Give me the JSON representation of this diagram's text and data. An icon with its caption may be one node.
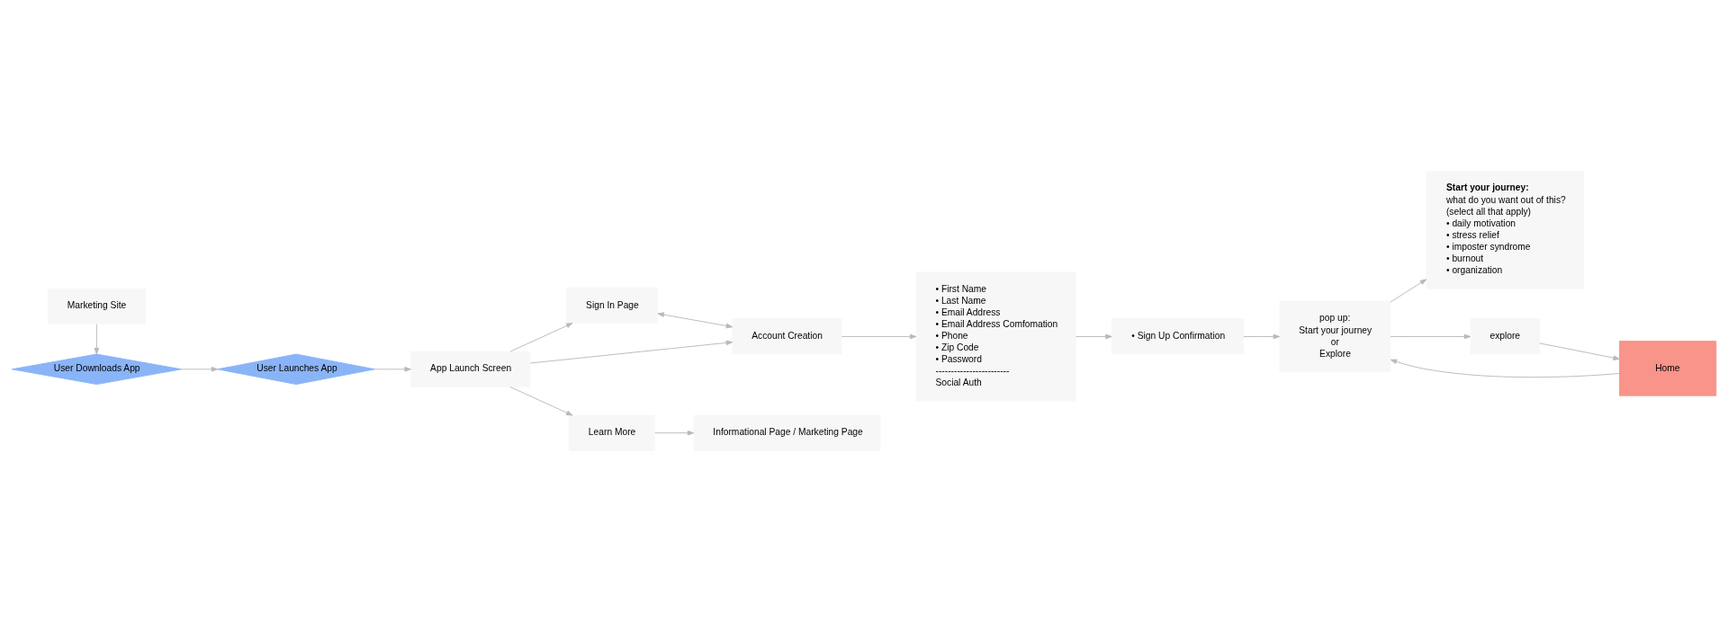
{
  "diagram": {
    "nodes": [
      {
        "text": [
          "Marketing Site"
        ]
      },
      {
        "text": [
          "User Downloads App"
        ]
      },
      {
        "text": [
          "User Launches App"
        ]
      },
      {
        "text": [
          "App Launch Screen"
        ]
      },
      {
        "text": [
          "Sign In Page"
        ]
      },
      {
        "text": [
          "Account Creation"
        ]
      },
      {
        "text": [
          "Learn More"
        ]
      },
      {
        "text": [
          "Informational Page / Marketing Page"
        ]
      },
      {
        "text": [
          "• First Name",
          "• Last Name",
          "• Email Address",
          "• Email Address Comfomation",
          "• Phone",
          "• Zip Code",
          "• Password",
          "------------------------",
          "Social Auth"
        ]
      },
      {
        "text": [
          "• Sign Up Confirmation"
        ]
      },
      {
        "text": [
          "pop up:",
          "Start your journey",
          "or",
          "Explore"
        ]
      },
      {
        "text": [
          "Start your journey:",
          "what do you want out of this?",
          "(select all that apply)",
          "• daily motivation",
          "• stress relief",
          "• imposter syndrome",
          "• burnout",
          "• organization"
        ]
      },
      {
        "text": [
          "Home"
        ]
      },
      {
        "text": [
          "explore"
        ]
      }
    ],
    "edges": [
      {
        "from": 0,
        "to": 1,
        "arrow": "to"
      },
      {
        "from": 1,
        "to": 2,
        "arrow": "to"
      },
      {
        "from": 2,
        "to": 3,
        "arrow": "to"
      },
      {
        "from": 3,
        "to": 4,
        "arrow": "to"
      },
      {
        "from": 3,
        "to": 5,
        "arrow": "to"
      },
      {
        "from": 3,
        "to": 6,
        "arrow": "to"
      },
      {
        "from": 4,
        "to": 5,
        "arrow": "both"
      },
      {
        "from": 6,
        "to": 7,
        "arrow": "to"
      },
      {
        "from": 5,
        "to": 8,
        "arrow": "to"
      },
      {
        "from": 8,
        "to": 9,
        "arrow": "to"
      },
      {
        "from": 9,
        "to": 10,
        "arrow": "to"
      },
      {
        "from": 10,
        "to": 11,
        "arrow": "to"
      },
      {
        "from": 12,
        "to": 10,
        "arrow": "to"
      },
      {
        "from": 10,
        "to": 13,
        "arrow": "to"
      },
      {
        "from": 13,
        "to": 12,
        "arrow": "to"
      }
    ]
  }
}
